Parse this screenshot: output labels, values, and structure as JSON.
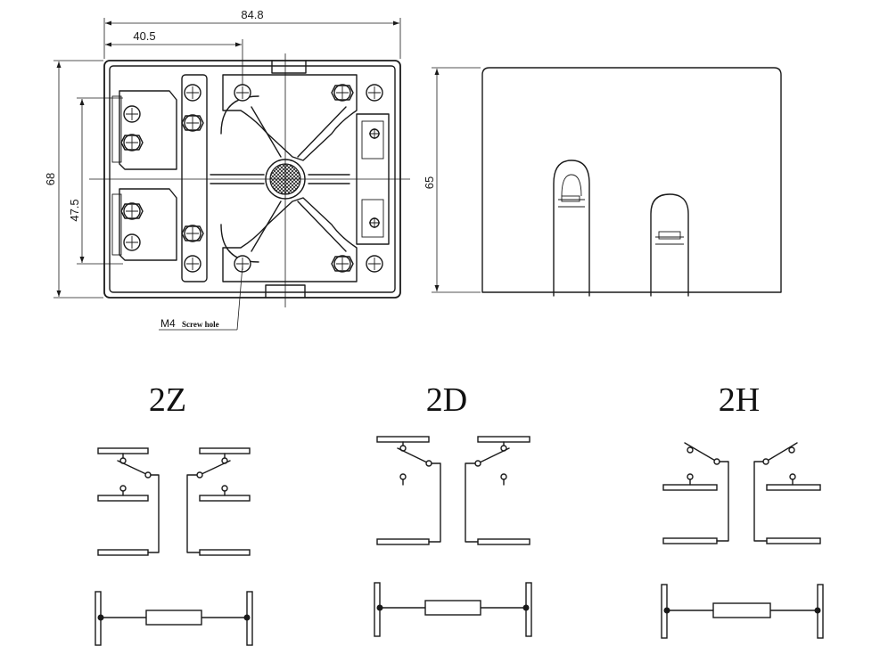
{
  "dimensions": {
    "width_overall": "84.8",
    "width_partial": "40.5",
    "height_overall": "68",
    "height_partial": "47.5",
    "side_height": "65"
  },
  "callout": {
    "thread": "M4",
    "text": "Screw hole"
  },
  "variants": [
    {
      "label": "2Z"
    },
    {
      "label": "2D"
    },
    {
      "label": "2H"
    }
  ]
}
